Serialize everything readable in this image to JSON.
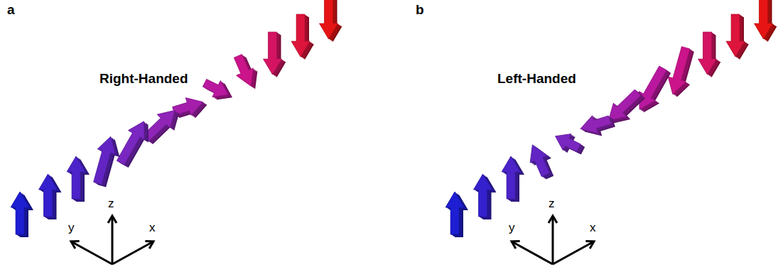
{
  "diagram": {
    "labels": [
      "a",
      "Right-Handed",
      "z",
      "y",
      "x",
      "b",
      "Left-Handed",
      "z",
      "y",
      "x"
    ]
  }
}
